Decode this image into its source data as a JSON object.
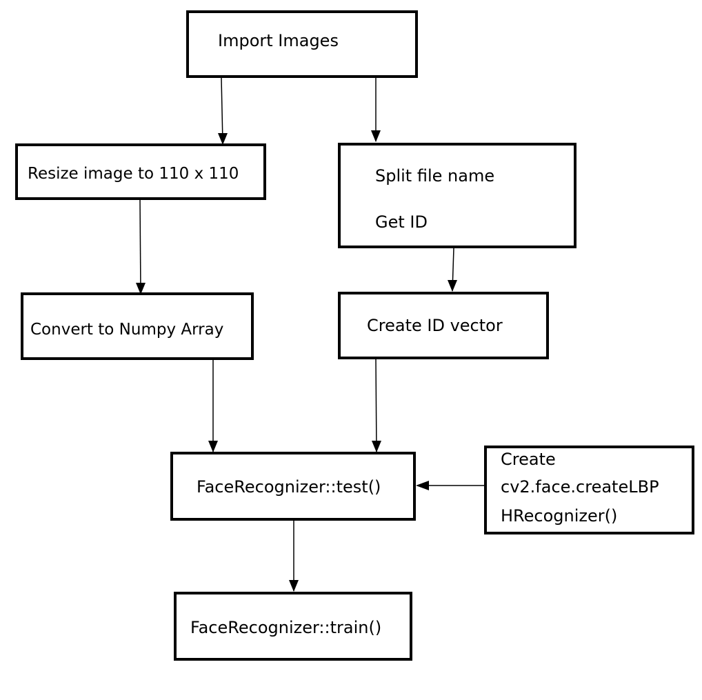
{
  "nodes": {
    "import": "Import Images",
    "resize": "Resize image to 110 x 110",
    "split_line1": "Split file name",
    "split_line2": "Get ID",
    "convert": "Convert to Numpy Array",
    "idvector": "Create ID vector",
    "test": "FaceRecognizer::test()",
    "create_line1": "Create",
    "create_line2": "cv2.face.createLBP",
    "create_line3": "HRecognizer()",
    "train": "FaceRecognizer::train()"
  },
  "edges": [
    {
      "from": "import",
      "to": "resize"
    },
    {
      "from": "import",
      "to": "split"
    },
    {
      "from": "resize",
      "to": "convert"
    },
    {
      "from": "split",
      "to": "idvector"
    },
    {
      "from": "convert",
      "to": "test"
    },
    {
      "from": "idvector",
      "to": "test"
    },
    {
      "from": "create",
      "to": "test"
    },
    {
      "from": "test",
      "to": "train"
    }
  ]
}
